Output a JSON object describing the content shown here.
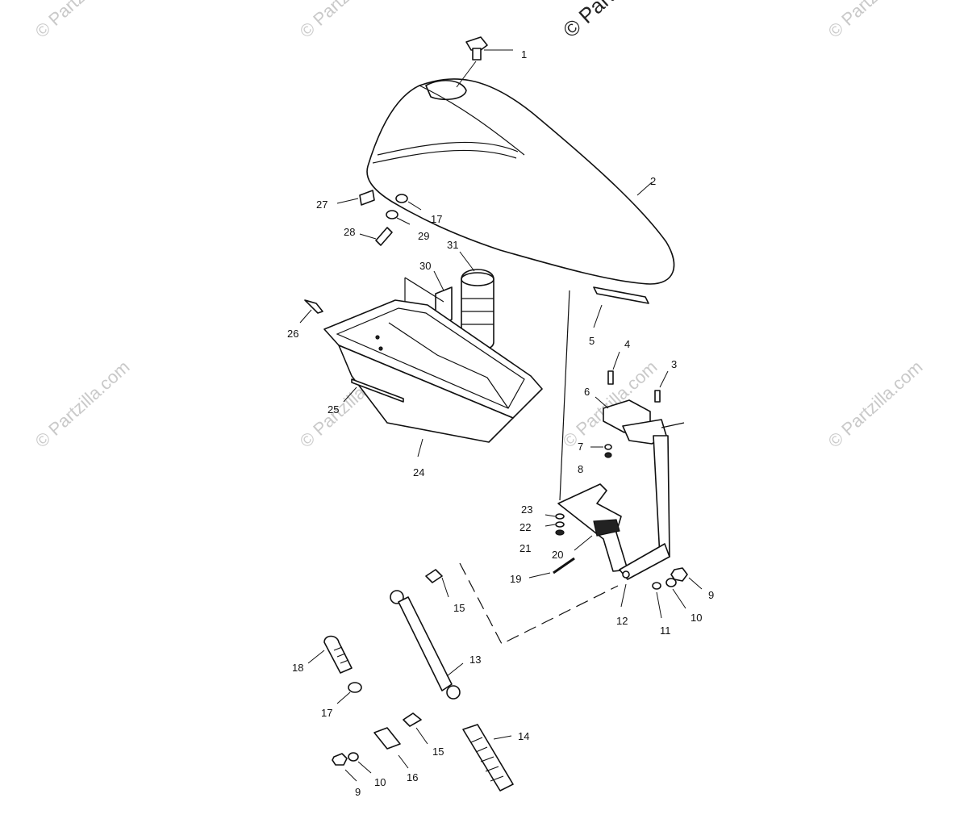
{
  "watermark": {
    "top_text": "© Partzilla",
    "tile_text": "© Partzilla.com",
    "corner_text": "© Partz"
  },
  "callouts": [
    "1",
    "2",
    "3",
    "4",
    "5",
    "6",
    "7",
    "8",
    "9",
    "10",
    "11",
    "12",
    "13",
    "14",
    "15",
    "16",
    "17",
    "18",
    "19",
    "20",
    "21",
    "22",
    "23",
    "24",
    "25",
    "26",
    "27",
    "28",
    "29",
    "30",
    "31"
  ],
  "labels": {
    "c1": "1",
    "c2": "2",
    "c3": "3",
    "c4": "4",
    "c5": "5",
    "c6": "6",
    "c7": "7",
    "c8": "8",
    "c9a": "9",
    "c9b": "9",
    "c10a": "10",
    "c10b": "10",
    "c11": "11",
    "c12": "12",
    "c13": "13",
    "c14": "14",
    "c15a": "15",
    "c15b": "15",
    "c16": "16",
    "c17a": "17",
    "c17b": "17",
    "c18": "18",
    "c19": "19",
    "c20": "20",
    "c21": "21",
    "c22": "22",
    "c23": "23",
    "c24": "24",
    "c25": "25",
    "c26": "26",
    "c27": "27",
    "c28": "28",
    "c29": "29",
    "c30": "30",
    "c31": "31"
  }
}
